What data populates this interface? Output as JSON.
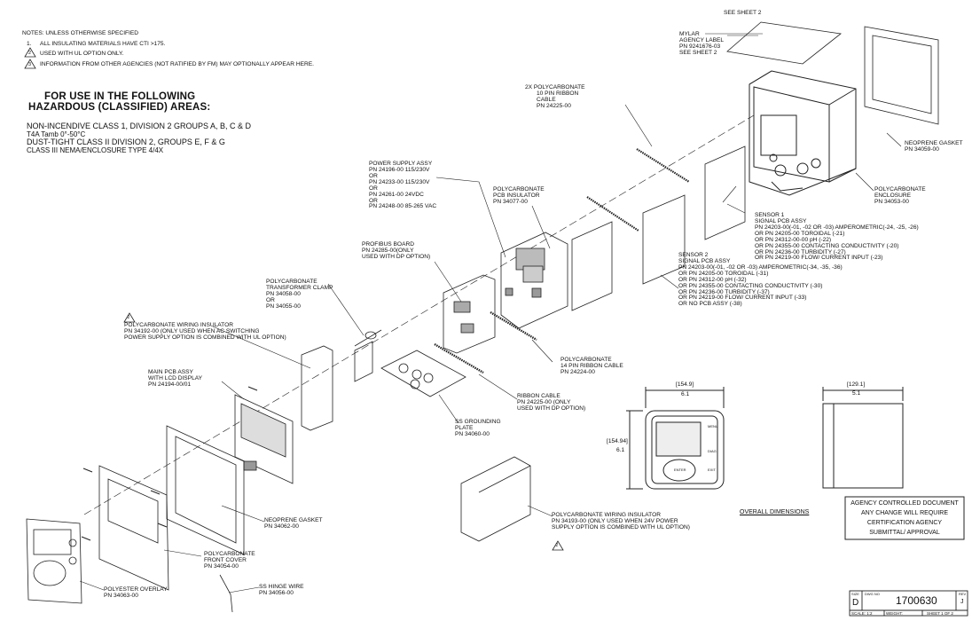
{
  "notes": {
    "title": "NOTES: UNLESS OTHERWISE SPECIFIED",
    "items": [
      {
        "num": "1.",
        "text": "ALL INSULATING MATERIALS HAVE CTI >175."
      },
      {
        "num": "2",
        "text": "USED WITH UL OPTION ONLY."
      },
      {
        "num": "3",
        "text": "INFORMATION FROM OTHER AGENCIES (NOT RATIFIED BY FM) MAY OPTIONALLY APPEAR HERE."
      }
    ]
  },
  "hazard": {
    "heading1": "FOR USE IN THE FOLLOWING",
    "heading2": "HAZARDOUS  (CLASSIFIED) AREAS:",
    "lines": [
      "NON-INCENDIVE CLASS 1, DIVISION 2 GROUPS A, B, C & D",
      "T4A  Tamb 0°-50°C",
      "DUST-TIGHT CLASS II DIVISION 2, GROUPS E, F & G",
      "CLASS III        NEMA/ENCLOSURE TYPE 4/4X"
    ]
  },
  "labels": {
    "see_sheet2": "SEE SHEET 2",
    "mylar": [
      "MYLAR",
      "AGENCY LABEL",
      "PN 9241676-03",
      "SEE SHEET 2"
    ],
    "ribbon10": [
      "2X POLYCARBONATE",
      "10 PIN RIBBON",
      "CABLE",
      "PN 24225-00"
    ],
    "neoprene_gasket_top": [
      "NEOPRENE GASKET",
      "PN 34059-00"
    ],
    "enclosure": [
      "POLYCARBONATE",
      "ENCLOSURE",
      "PN 34053-00"
    ],
    "power_supply": [
      "POWER SUPPLY ASSY",
      "PN 24196-00 115/230V",
      "OR",
      "PN 24233-00 115/230V",
      "OR",
      "PN 24261-00 24VDC",
      "OR",
      "PN 24248-00 85-265 VAC"
    ],
    "pcb_insulator": [
      "POLYCARBONATE",
      "PCB INSULATOR",
      "PN 34077-00"
    ],
    "sensor1": [
      "SENSOR 1",
      "SIGNAL PCB ASSY",
      "PN 24203-00(-01, -02 OR -03) AMPEROMETRIC(-24, -25, -26)",
      "OR PN 24205-00 TOROIDAL (-21)",
      "OR PN 24312-00-00 pH (-22)",
      "OR PN 24355-00 CONTACTING CONDUCTIVITY (-20)",
      "OR PN 24236-00 TURBIDITY (-27)",
      "OR PN 24219-00 FLOW/ CURRENT INPUT (-23)"
    ],
    "profibus": [
      "PROFIBUS BOARD",
      "PN 24285-00(ONLY",
      "USED WITH DP OPTION)"
    ],
    "transformer_clamp": [
      "POLYCARBONATE",
      "TRANSFORMER CLAMP",
      "PN 34058-00",
      "OR",
      "PN 34055-00"
    ],
    "sensor2": [
      "SENSOR 2",
      "SIGNAL PCB ASSY",
      "PN 24203-00(-01, -02 OR -03) AMPEROMETRIC(-34, -35, -36)",
      "OR PN 24205-00 TOROIDAL (-31)",
      "OR PN 24312-00 pH (-32)",
      "OR PN 24355-00 CONTACTING CONDUCTIVITY (-30)",
      "OR PN 24236-00 TURBIDITY (-37)",
      "OR PN 24219-00 FLOW/ CURRENT INPUT (-33)",
      "OR NO PCB ASSY (-38)"
    ],
    "wiring_insulator1": [
      "POLYCARBONATE WIRING INSULATOR",
      "PN 34192-00 (ONLY USED WHEN AC SWITCHING",
      "POWER SUPPLY OPTION IS COMBINED WITH UL OPTION)"
    ],
    "ribbon14": [
      "POLYCARBONATE",
      "14 PIN RIBBON CABLE",
      "PN 24224-00"
    ],
    "main_pcb": [
      "MAIN PCB ASSY",
      "WITH LCD DISPLAY",
      "PN 24194-00/01"
    ],
    "ribbon_cable": [
      "RIBBON CABLE",
      "PN 24225-00 (ONLY",
      "USED WITH DP OPTION)"
    ],
    "grounding_plate": [
      "SS GROUNDING",
      "PLATE",
      "PN 34060-00"
    ],
    "neoprene_gasket_front": [
      "NEOPRENE GASKET",
      "PN 34062-00"
    ],
    "front_cover": [
      "POLYCARBONATE",
      "FRONT COVER",
      "PN 34054-00"
    ],
    "wiring_insulator2": [
      "POLYCARBONATE WIRING INSULATOR",
      "PN 34193-00 (ONLY USED WHEN 24V POWER",
      "SUPPLY OPTION IS COMBINED WITH UL OPTION)"
    ],
    "overlay": [
      "POLYESTER OVERLAY",
      "PN 34063-00"
    ],
    "hinge_wire": [
      "SS HINGE WIRE",
      "PN 34056-00"
    ]
  },
  "flags": {
    "two": "2"
  },
  "dimensions": {
    "width_mm": "[154.9]",
    "width_in": "6.1",
    "height_mm": "[154.94]",
    "height_in": "6.1",
    "depth_mm": "[129.1]",
    "depth_in": "5.1",
    "caption": "OVERALL DIMENSIONS",
    "buttons": [
      "MENU",
      "DIAG",
      "EXIT",
      "ENTER"
    ]
  },
  "agency": [
    "AGENCY CONTROLLED DOCUMENT",
    "ANY CHANGE WILL REQUIRE",
    "CERTIFICATION AGENCY",
    "SUBMITTAL/ APPROVAL"
  ],
  "title_block": {
    "size_label": "SIZE",
    "size": "D",
    "dwg_label": "DWG NO",
    "dwg_no": "1700630",
    "rev_label": "REV",
    "rev": "J",
    "scale": "SCALE: 1:2",
    "weight": "WEIGHT:",
    "sheet": "SHEET 1 OF 2"
  }
}
